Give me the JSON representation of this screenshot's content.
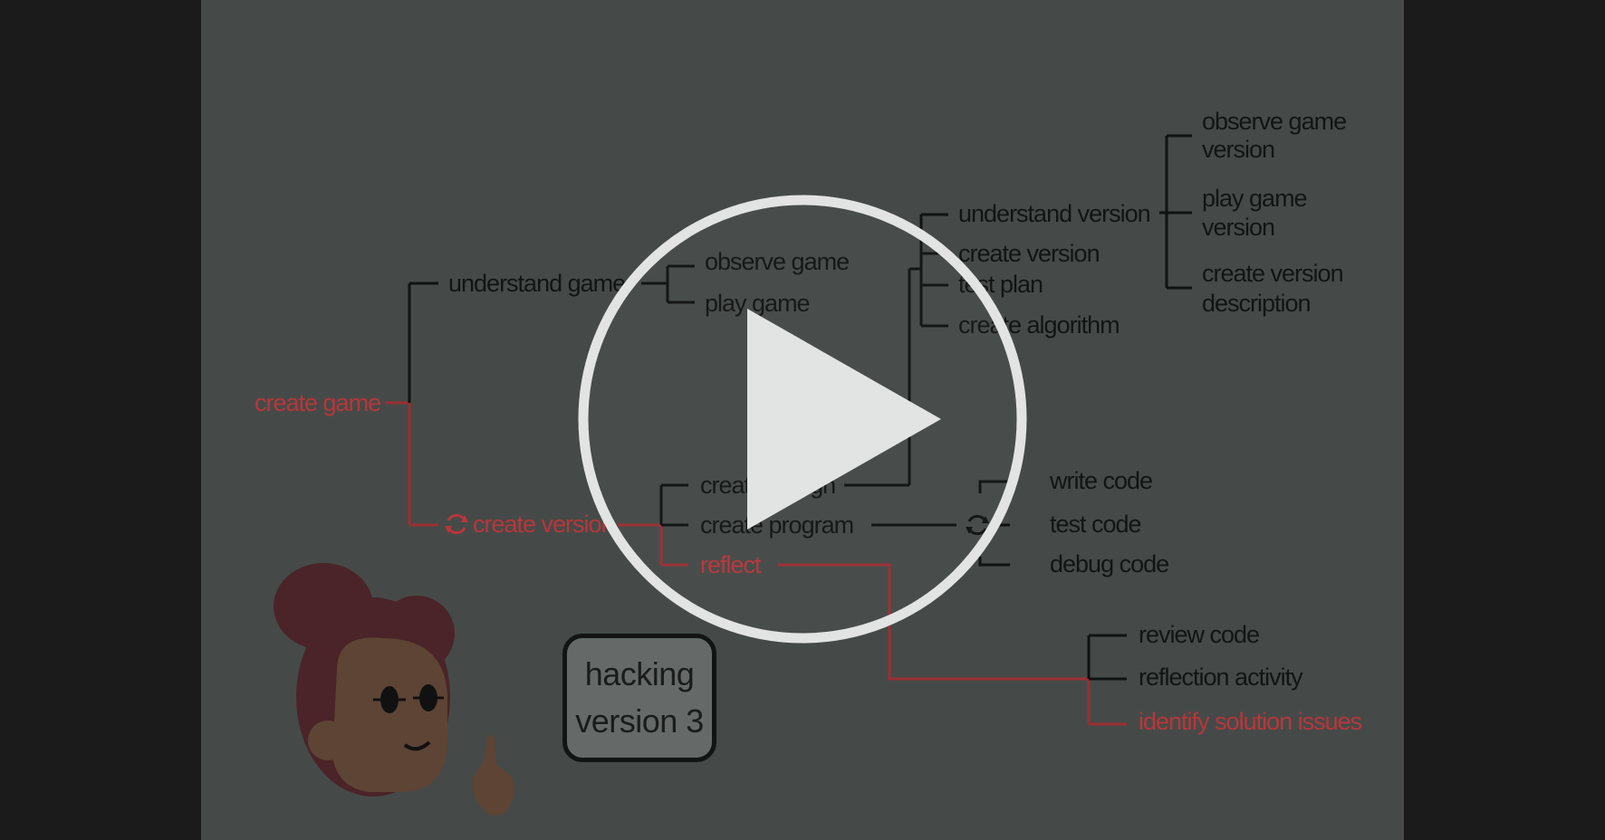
{
  "video": {
    "play_button_icon": "play-icon",
    "colors": {
      "letterbox": "#1b1b1b",
      "frame_background": "#454a48",
      "overlay_white": "#e2e4e3",
      "diagram_red": "#b8363a",
      "diagram_dark": "#121513"
    }
  },
  "diagram": {
    "root": "create game",
    "level1": {
      "understand_game": "understand game",
      "create_version": "create version"
    },
    "understand_game_children": {
      "observe_game": "observe game",
      "play_game": "play game"
    },
    "create_version_children": {
      "create_design": "create design",
      "create_program": "create program",
      "reflect": "reflect"
    },
    "design_children": {
      "understand_version": "understand version",
      "create_version": "create version",
      "test_plan": "test plan",
      "create_algorithm": "create algorithm"
    },
    "understand_version_children": {
      "observe_game_version_1": "observe game",
      "observe_game_version_2": "version",
      "play_game_version_1": "play game",
      "play_game_version_2": "version",
      "create_version_description_1": "create version",
      "create_version_description_2": "description"
    },
    "program_children": {
      "write_code": "write code",
      "test_code": "test code",
      "debug_code": "debug code"
    },
    "reflect_children": {
      "review_code": "review code",
      "reflection_activity": "reflection activity",
      "identify_solution_issues": "identify solution issues"
    },
    "loop_icon": "cycle-arrows-icon"
  },
  "badge": {
    "line1": "hacking",
    "line2": "version 3"
  },
  "character_icon": "teacher-character-icon"
}
